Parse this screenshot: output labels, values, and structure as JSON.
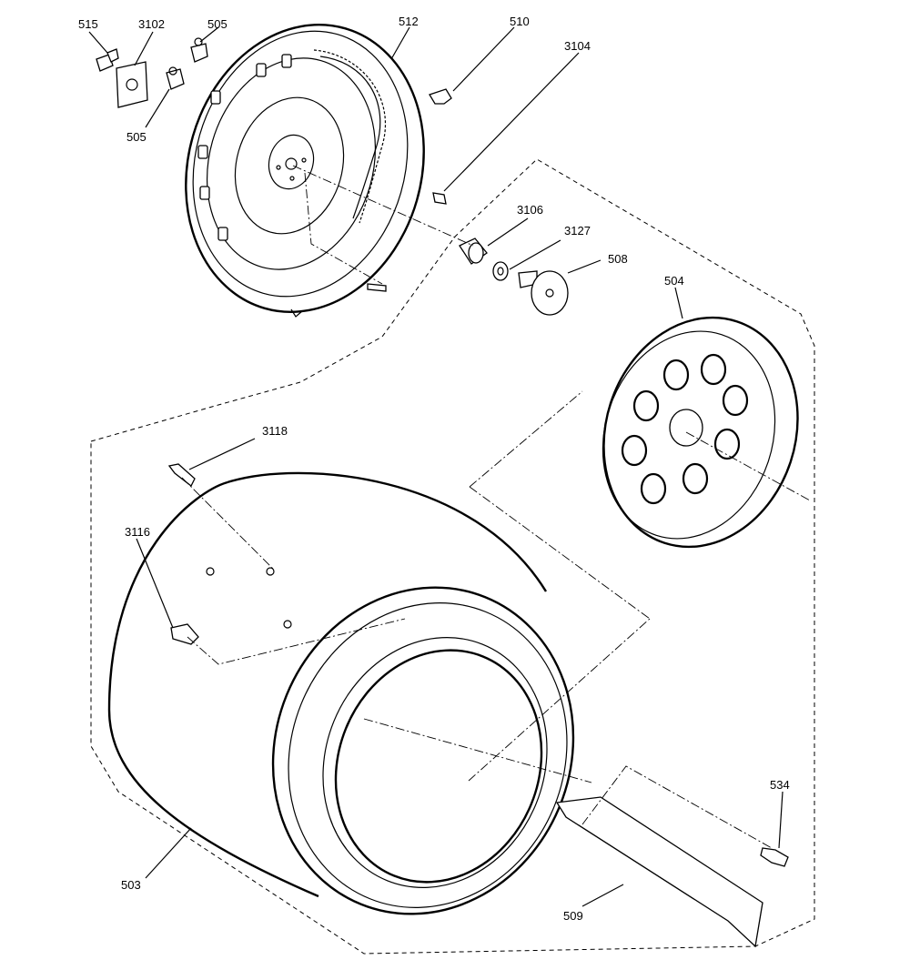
{
  "callouts": [
    {
      "id": "515",
      "text": "515"
    },
    {
      "id": "3102",
      "text": "3102"
    },
    {
      "id": "505a",
      "text": "505"
    },
    {
      "id": "505b",
      "text": "505"
    },
    {
      "id": "512",
      "text": "512"
    },
    {
      "id": "510",
      "text": "510"
    },
    {
      "id": "3104",
      "text": "3104"
    },
    {
      "id": "3106",
      "text": "3106"
    },
    {
      "id": "3127",
      "text": "3127"
    },
    {
      "id": "508",
      "text": "508"
    },
    {
      "id": "504",
      "text": "504"
    },
    {
      "id": "3118",
      "text": "3118"
    },
    {
      "id": "3116",
      "text": "3116"
    },
    {
      "id": "534",
      "text": "534"
    },
    {
      "id": "503",
      "text": "503"
    },
    {
      "id": "509",
      "text": "509"
    }
  ]
}
